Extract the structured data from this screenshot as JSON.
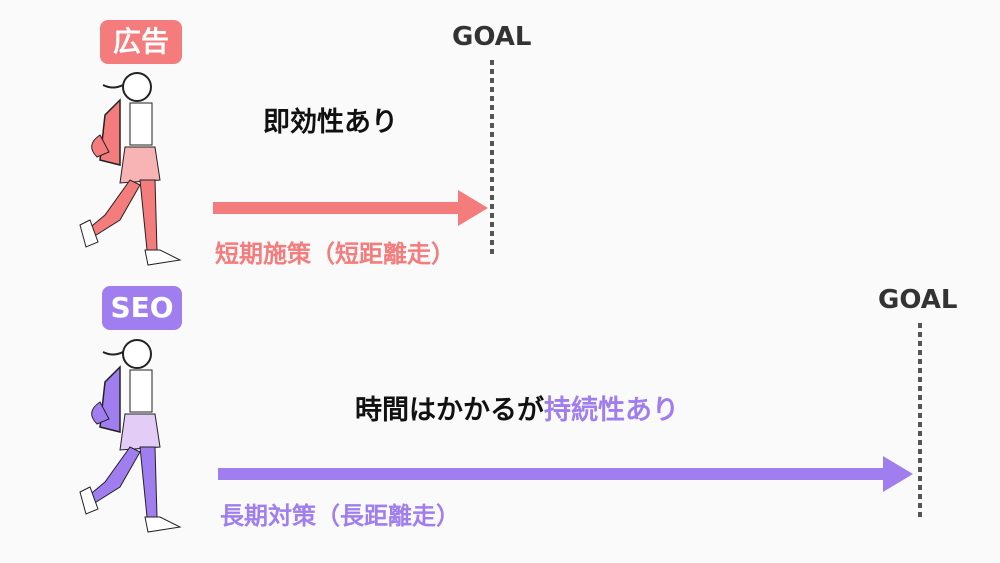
{
  "colors": {
    "ad": "#f47c7c",
    "seo": "#a07ef0"
  },
  "ad": {
    "badge": "広告",
    "goal": "GOAL",
    "headline": "即効性あり",
    "caption": "短期施策（短距離走）"
  },
  "seo": {
    "badge": "SEO",
    "goal": "GOAL",
    "headline_plain": "時間はかかるが",
    "headline_accent": "持続性あり",
    "caption": "長期対策（長距離走）"
  }
}
